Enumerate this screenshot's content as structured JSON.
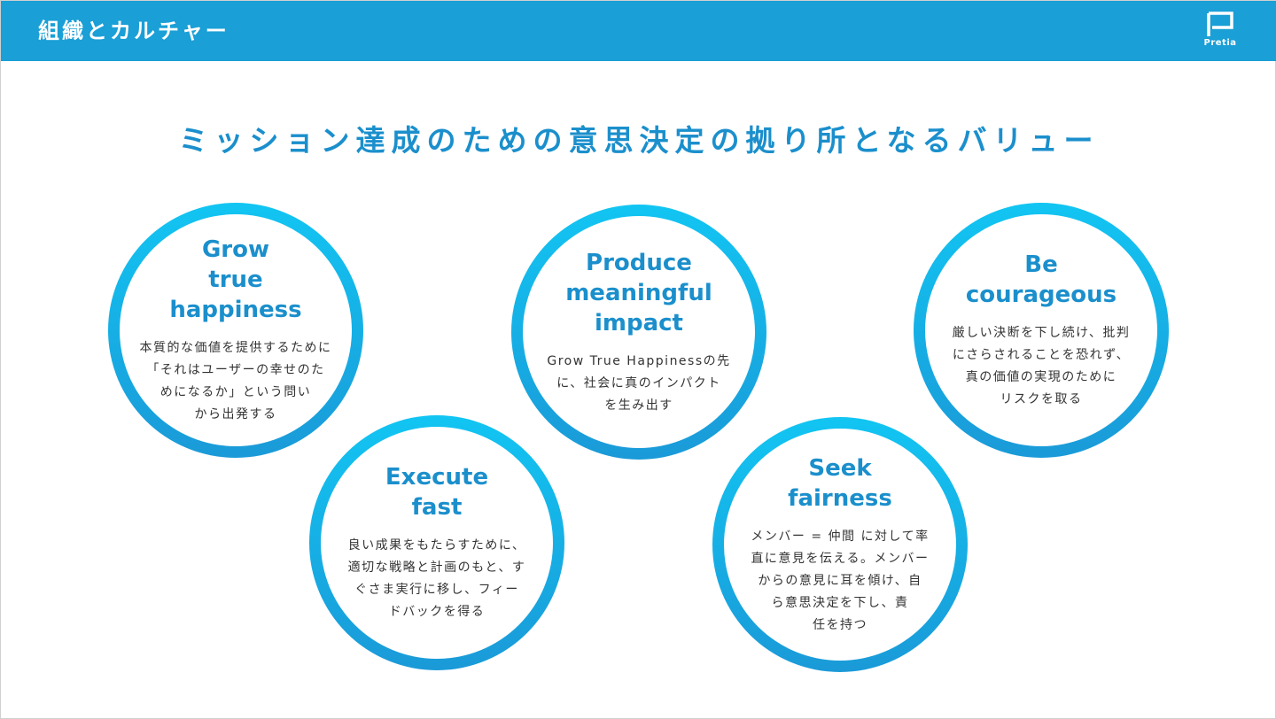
{
  "header": {
    "title": "組織とカルチャー",
    "logo_text": "Pretia"
  },
  "main": {
    "title": "ミッション達成のための意思決定の拠り所となるバリュー",
    "values": [
      {
        "heading": "Grow\ntrue\nhappiness",
        "body": "本質的な価値を提供するために\n「それはユーザーの幸せのた\nめになるか」という問い\nから出発する"
      },
      {
        "heading": "Produce\nmeaningful\nimpact",
        "body": "Grow True Happinessの先\nに、社会に真のインパクト\nを生み出す"
      },
      {
        "heading": "Be\ncourageous",
        "body": "厳しい決断を下し続け、批判\nにさらされることを恐れず、\n真の価値の実現のために\nリスクを取る"
      },
      {
        "heading": "Execute\nfast",
        "body": "良い成果をもたらすために、\n適切な戦略と計画のもと、す\nぐさま実行に移し、フィー\nドバックを得る"
      },
      {
        "heading": "Seek\nfairness",
        "body": "メンバー = 仲間 に対して率\n直に意見を伝える。メンバー\nからの意見に耳を傾け、自\nら意思決定を下し、責\n任を持つ"
      }
    ]
  },
  "colors": {
    "header_bg": "#1a9fd6",
    "accent": "#1b8fcc",
    "ring_top": "#12c5f2",
    "ring_bottom": "#1a9ad8"
  }
}
